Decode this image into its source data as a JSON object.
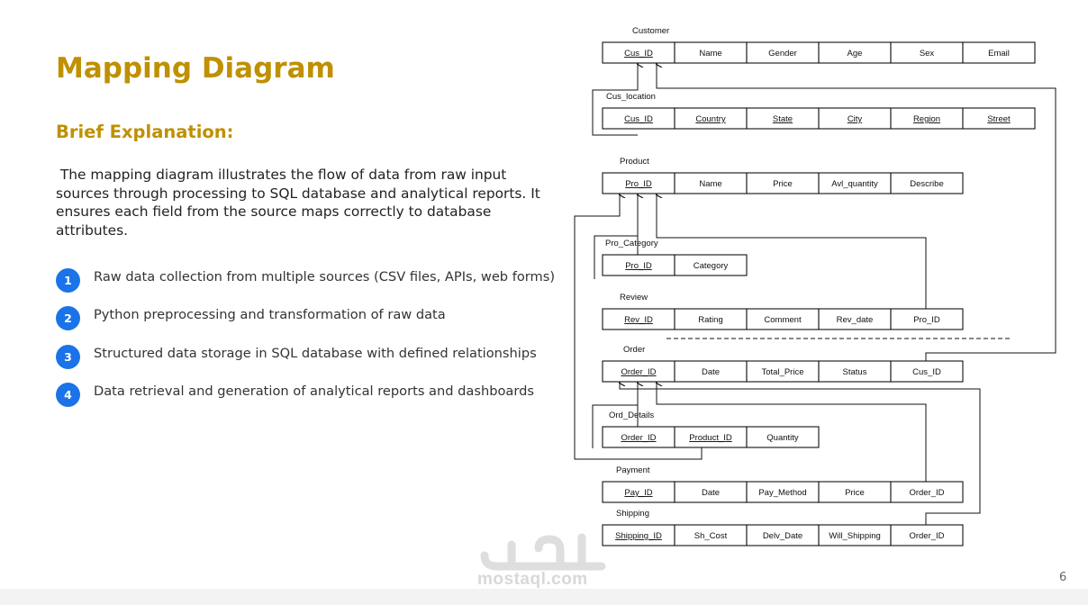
{
  "slide": {
    "title": "Mapping Diagram",
    "subtitle": "Brief Explanation:",
    "explanation": " The mapping diagram illustrates the flow of data from raw input sources through processing to SQL database and analytical reports. It ensures each field from the source maps correctly to database attributes.",
    "steps": [
      {
        "number": "1",
        "text": "Raw data collection from multiple sources (CSV files, APIs, web forms)"
      },
      {
        "number": "2",
        "text": "Python preprocessing and transformation of raw data"
      },
      {
        "number": "3",
        "text": "Structured data storage in SQL database with defined relationships"
      },
      {
        "number": "4",
        "text": "Data retrieval and generation of analytical reports and dashboards"
      }
    ],
    "page_number": "6",
    "accent_color": "#bf9000",
    "badge_color": "#1a73e8"
  },
  "watermark": {
    "text": "mostaql.com"
  },
  "diagram": {
    "tables": [
      {
        "name": "Customer",
        "columns": [
          {
            "label": "Cus_ID",
            "key": true
          },
          {
            "label": "Name",
            "key": false
          },
          {
            "label": "Gender",
            "key": false
          },
          {
            "label": "Age",
            "key": false
          },
          {
            "label": "Sex",
            "key": false
          },
          {
            "label": "Email",
            "key": false
          }
        ]
      },
      {
        "name": "Cus_location",
        "columns": [
          {
            "label": "Cus_ID",
            "key": true
          },
          {
            "label": "Country",
            "key": true
          },
          {
            "label": "State",
            "key": true
          },
          {
            "label": "City",
            "key": true
          },
          {
            "label": "Region",
            "key": true
          },
          {
            "label": "Street",
            "key": true
          }
        ]
      },
      {
        "name": "Product",
        "columns": [
          {
            "label": "Pro_ID",
            "key": true
          },
          {
            "label": "Name",
            "key": false
          },
          {
            "label": "Price",
            "key": false
          },
          {
            "label": "Avl_quantity",
            "key": false
          },
          {
            "label": "Describe",
            "key": false
          }
        ]
      },
      {
        "name": "Pro_Category",
        "columns": [
          {
            "label": "Pro_ID",
            "key": true
          },
          {
            "label": "Category",
            "key": false
          }
        ]
      },
      {
        "name": "Review",
        "columns": [
          {
            "label": "Rev_ID",
            "key": true
          },
          {
            "label": "Rating",
            "key": false
          },
          {
            "label": "Comment",
            "key": false
          },
          {
            "label": "Rev_date",
            "key": false
          },
          {
            "label": "Pro_ID",
            "key": false
          }
        ]
      },
      {
        "name": "Order",
        "columns": [
          {
            "label": "Order_ID",
            "key": true
          },
          {
            "label": "Date",
            "key": false
          },
          {
            "label": "Total_Price",
            "key": false
          },
          {
            "label": "Status",
            "key": false
          },
          {
            "label": "Cus_ID",
            "key": false
          }
        ]
      },
      {
        "name": "Ord_Details",
        "columns": [
          {
            "label": "Order_ID",
            "key": true
          },
          {
            "label": "Product_ID",
            "key": true
          },
          {
            "label": "Quantity",
            "key": false
          }
        ]
      },
      {
        "name": "Payment",
        "columns": [
          {
            "label": "Pay_ID",
            "key": true
          },
          {
            "label": "Date",
            "key": false
          },
          {
            "label": "Pay_Method",
            "key": false
          },
          {
            "label": "Price",
            "key": false
          },
          {
            "label": "Order_ID",
            "key": false
          }
        ]
      },
      {
        "name": "Shipping",
        "columns": [
          {
            "label": "Shipping_ID",
            "key": true
          },
          {
            "label": "Sh_Cost",
            "key": false
          },
          {
            "label": "Delv_Date",
            "key": false
          },
          {
            "label": "Will_Shipping",
            "key": false
          },
          {
            "label": "Order_ID",
            "key": false
          }
        ]
      }
    ]
  }
}
